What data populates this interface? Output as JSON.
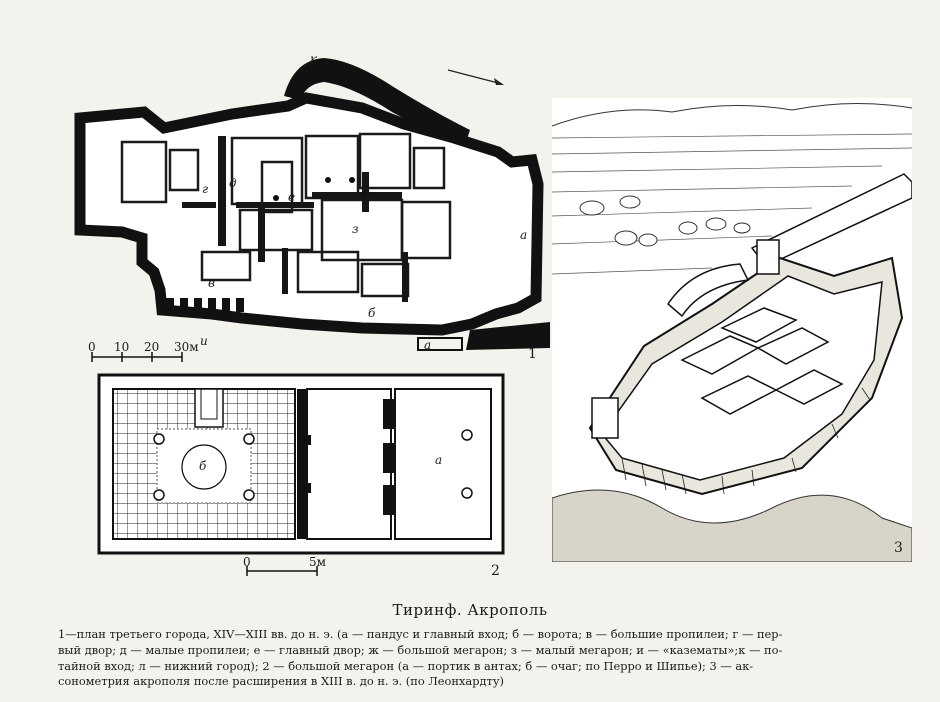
{
  "figure1": {
    "number": "1",
    "letters": {
      "a": "а",
      "b": "б",
      "v": "в",
      "g": "г",
      "d": "д",
      "e": "е",
      "z": "з",
      "k": "к",
      "i": "и",
      "a_lower": "а"
    },
    "scale": {
      "ticks": [
        "0",
        "10",
        "20",
        "30м"
      ]
    }
  },
  "figure2": {
    "number": "2",
    "letters": {
      "a": "а",
      "b": "б"
    },
    "scale": {
      "ticks": [
        "0",
        "5м"
      ]
    }
  },
  "figure3": {
    "number": "3"
  },
  "caption": {
    "title": "Тиринф. Акрополь",
    "lines": [
      "1—план третьего города, XIV—XIII вв. до н. э. (а — пандус и главный вход; б — ворота; в — большие пропилеи; г — пер-",
      "вый двор; д — малые пропилеи; е — главный двор; ж — большой мегарон; з — малый мегарон; и — «казематы»;к — по-",
      "тайной вход; л — нижний город); 2 — большой мегарон (а — портик в антах; б — очаг; по Перро и Шипье); 3 — ак-",
      "сонометрия акрополя после расширения в XIII в. до н. э. (по Леонхардту)"
    ]
  }
}
